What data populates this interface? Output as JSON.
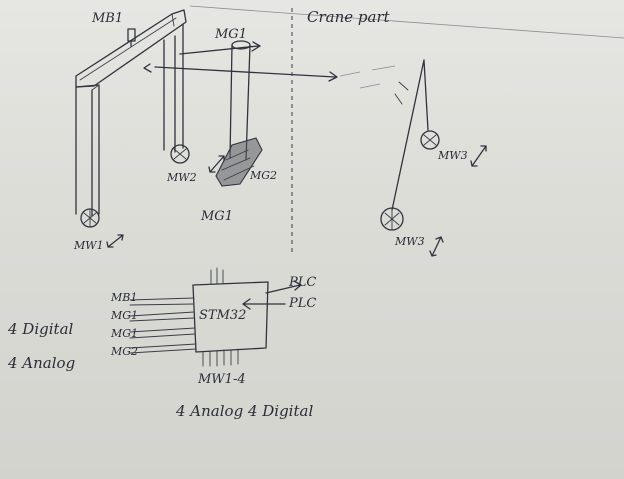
{
  "title": "Crane part",
  "components": {
    "mb1": "MB1",
    "mg1_top": "MG1",
    "mw2": "MW2",
    "mg2": "MG2",
    "mg1_bottom": "MG1",
    "mw1": "MW1",
    "mw3_upper": "MW3",
    "mw3_lower": "MW3"
  },
  "controller": {
    "chip": "STM32",
    "outputs": [
      "PLC",
      "PLC"
    ],
    "inputs": [
      "MB1",
      "MG1",
      "MG1",
      "MG2"
    ],
    "bottom_label": "MW1-4",
    "bottom_note": "4 Analog 4 Digital",
    "left_note_line1": "4 Digital",
    "left_note_line2": "4 Analog"
  }
}
